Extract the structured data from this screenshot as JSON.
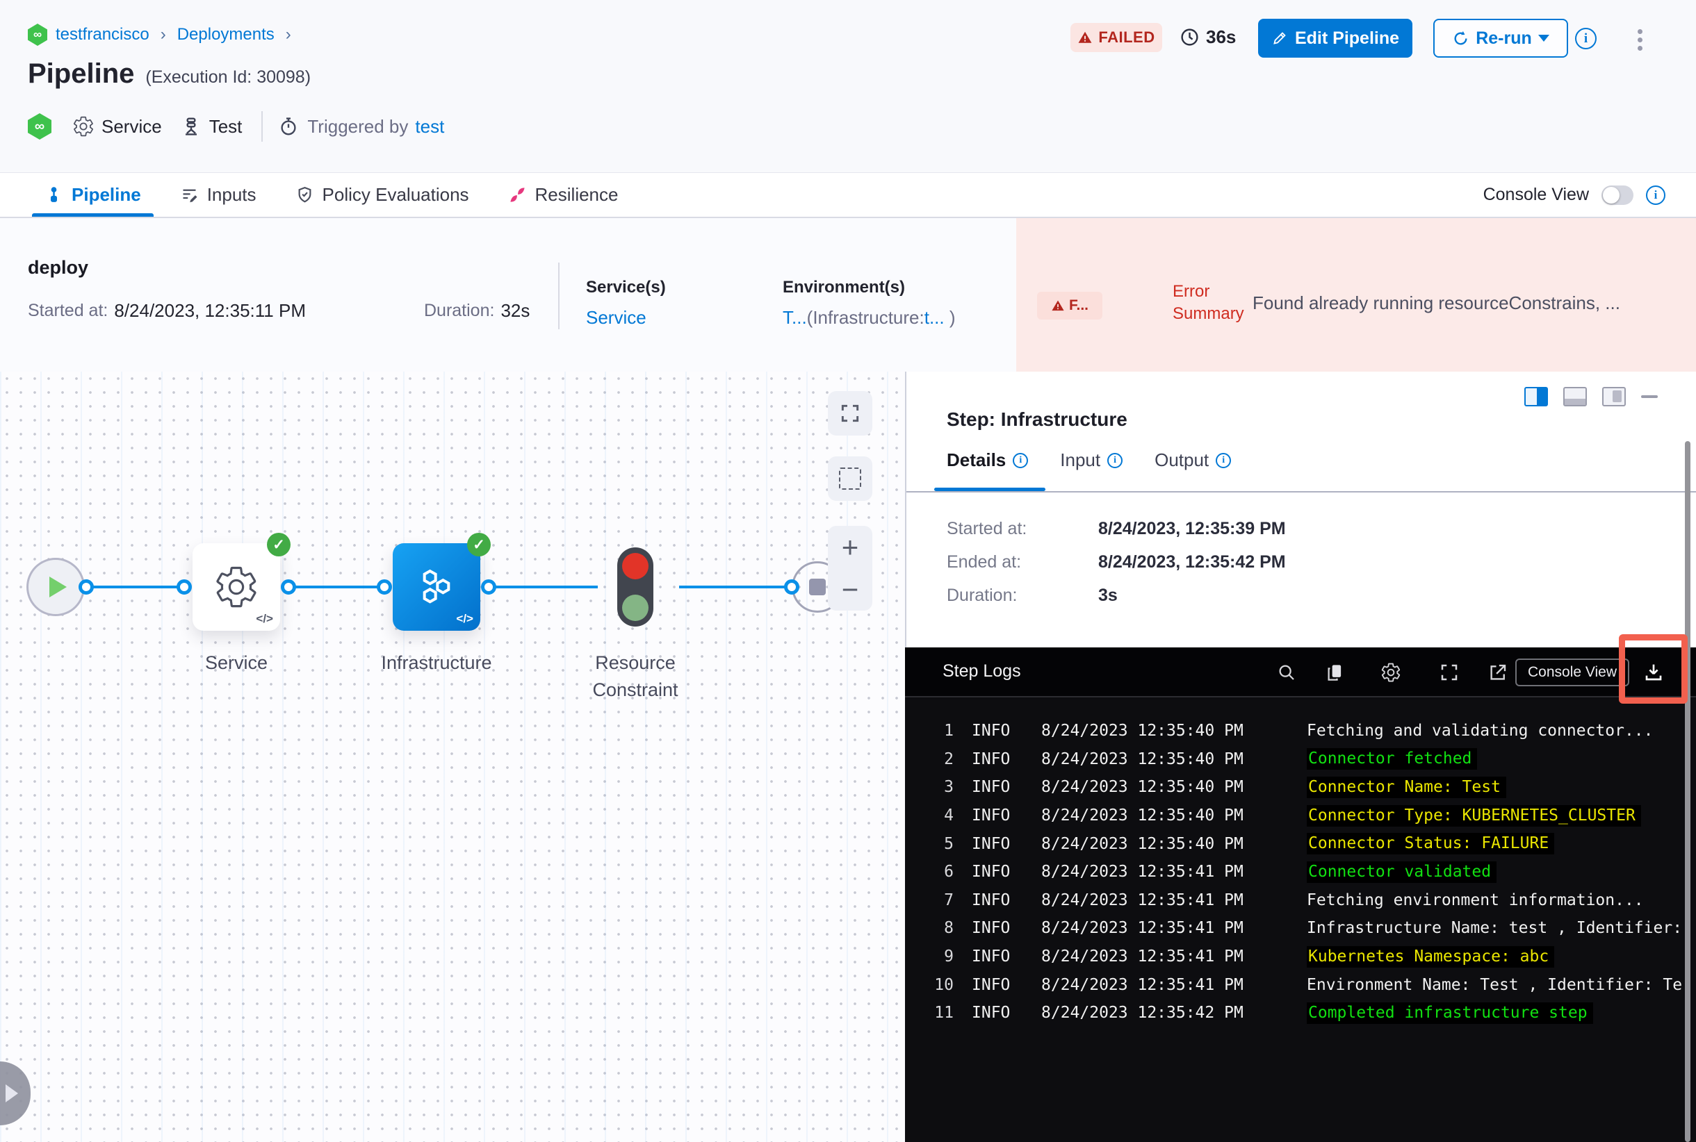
{
  "colors": {
    "accent": "#0278d5",
    "failed_red": "#b3261e",
    "error_bg": "#fceae8",
    "node_blue": "#0a90e8",
    "success_green": "#42ab45",
    "log_green": "#12e012",
    "log_yellow": "#eae600",
    "highlight_red": "#f2604e"
  },
  "breadcrumb": {
    "project": "testfrancisco",
    "section": "Deployments",
    "separator": "›"
  },
  "header": {
    "title": "Pipeline",
    "execution_id": "(Execution Id: 30098)",
    "status_badge": "FAILED",
    "elapsed": "36s",
    "edit_button": "Edit Pipeline",
    "rerun_button": "Re-run",
    "service_label": "Service",
    "environment_label": "Test",
    "triggered_by_label": "Triggered by",
    "triggered_by_value": "test",
    "infinity_glyph": "∞"
  },
  "tabbar": {
    "tabs": [
      {
        "label": "Pipeline"
      },
      {
        "label": "Inputs"
      },
      {
        "label": "Policy Evaluations"
      },
      {
        "label": "Resilience"
      }
    ],
    "console_view_label": "Console View"
  },
  "summary": {
    "stage_name": "deploy",
    "started_label": "Started at:",
    "started_value": "8/24/2023, 12:35:11 PM",
    "duration_label": "Duration:",
    "duration_value": "32s",
    "services_label": "Service(s)",
    "services_value": "Service",
    "environments_label": "Environment(s)",
    "environment_link1": "T...",
    "environment_infra_prefix": "(Infrastructure:",
    "environment_link2": "t...",
    "environment_suffix": " )",
    "error_chip": "F...",
    "error_summary_label": "Error Summary",
    "error_message": "Found already running resourceConstrains, ..."
  },
  "graph": {
    "nodes": [
      {
        "label": "Service"
      },
      {
        "label": "Infrastructure"
      },
      {
        "label": "Resource Constraint"
      }
    ],
    "code_glyph": "</>",
    "check_glyph": "✓",
    "zoom_in": "+",
    "zoom_out": "−"
  },
  "step_panel": {
    "title": "Step: Infrastructure",
    "tabs": [
      {
        "label": "Details"
      },
      {
        "label": "Input"
      },
      {
        "label": "Output"
      }
    ],
    "details": [
      {
        "label": "Started at:",
        "value": "8/24/2023, 12:35:39 PM"
      },
      {
        "label": "Ended at:",
        "value": "8/24/2023, 12:35:42 PM"
      },
      {
        "label": "Duration:",
        "value": "3s"
      }
    ]
  },
  "logs": {
    "title": "Step Logs",
    "console_view_button": "Console View",
    "lines": [
      {
        "n": "1",
        "level": "INFO",
        "time": "8/24/2023 12:35:40 PM",
        "msg": "Fetching and validating connector...",
        "color": "white",
        "chip": false
      },
      {
        "n": "2",
        "level": "INFO",
        "time": "8/24/2023 12:35:40 PM",
        "msg": "Connector fetched",
        "color": "green",
        "chip": true
      },
      {
        "n": "3",
        "level": "INFO",
        "time": "8/24/2023 12:35:40 PM",
        "msg": "Connector Name: Test",
        "color": "yellow",
        "chip": true
      },
      {
        "n": "4",
        "level": "INFO",
        "time": "8/24/2023 12:35:40 PM",
        "msg": "Connector Type: KUBERNETES_CLUSTER",
        "color": "yellow",
        "chip": true
      },
      {
        "n": "5",
        "level": "INFO",
        "time": "8/24/2023 12:35:40 PM",
        "msg": "Connector Status: FAILURE",
        "color": "yellow",
        "chip": true
      },
      {
        "n": "6",
        "level": "INFO",
        "time": "8/24/2023 12:35:41 PM",
        "msg": "Connector validated",
        "color": "green",
        "chip": true
      },
      {
        "n": "7",
        "level": "INFO",
        "time": "8/24/2023 12:35:41 PM",
        "msg": "Fetching environment information...",
        "color": "white",
        "chip": false
      },
      {
        "n": "8",
        "level": "INFO",
        "time": "8/24/2023 12:35:41 PM",
        "msg": "Infrastructure Name: test , Identifier:",
        "color": "white",
        "chip": false
      },
      {
        "n": "9",
        "level": "INFO",
        "time": "8/24/2023 12:35:41 PM",
        "msg": "Kubernetes Namespace: abc",
        "color": "yellow",
        "chip": true
      },
      {
        "n": "10",
        "level": "INFO",
        "time": "8/24/2023 12:35:41 PM",
        "msg": "Environment Name: Test , Identifier: Te",
        "color": "white",
        "chip": false
      },
      {
        "n": "11",
        "level": "INFO",
        "time": "8/24/2023 12:35:42 PM",
        "msg": "Completed infrastructure step",
        "color": "green",
        "chip": true
      }
    ]
  }
}
